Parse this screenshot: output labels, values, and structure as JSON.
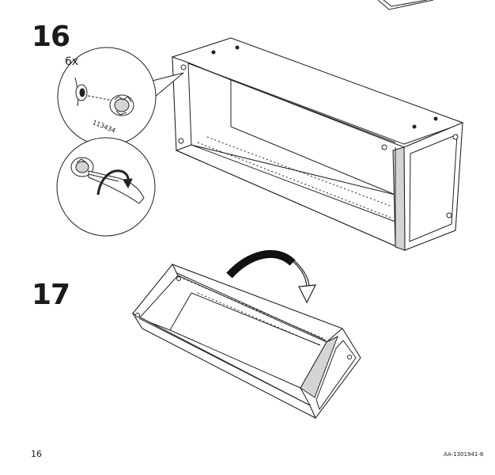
{
  "steps": [
    {
      "number": "16",
      "quantity": "6x",
      "part_number": "113434"
    },
    {
      "number": "17"
    }
  ],
  "footer": {
    "page_number": "16",
    "document_code": "AA-1301941-8"
  }
}
